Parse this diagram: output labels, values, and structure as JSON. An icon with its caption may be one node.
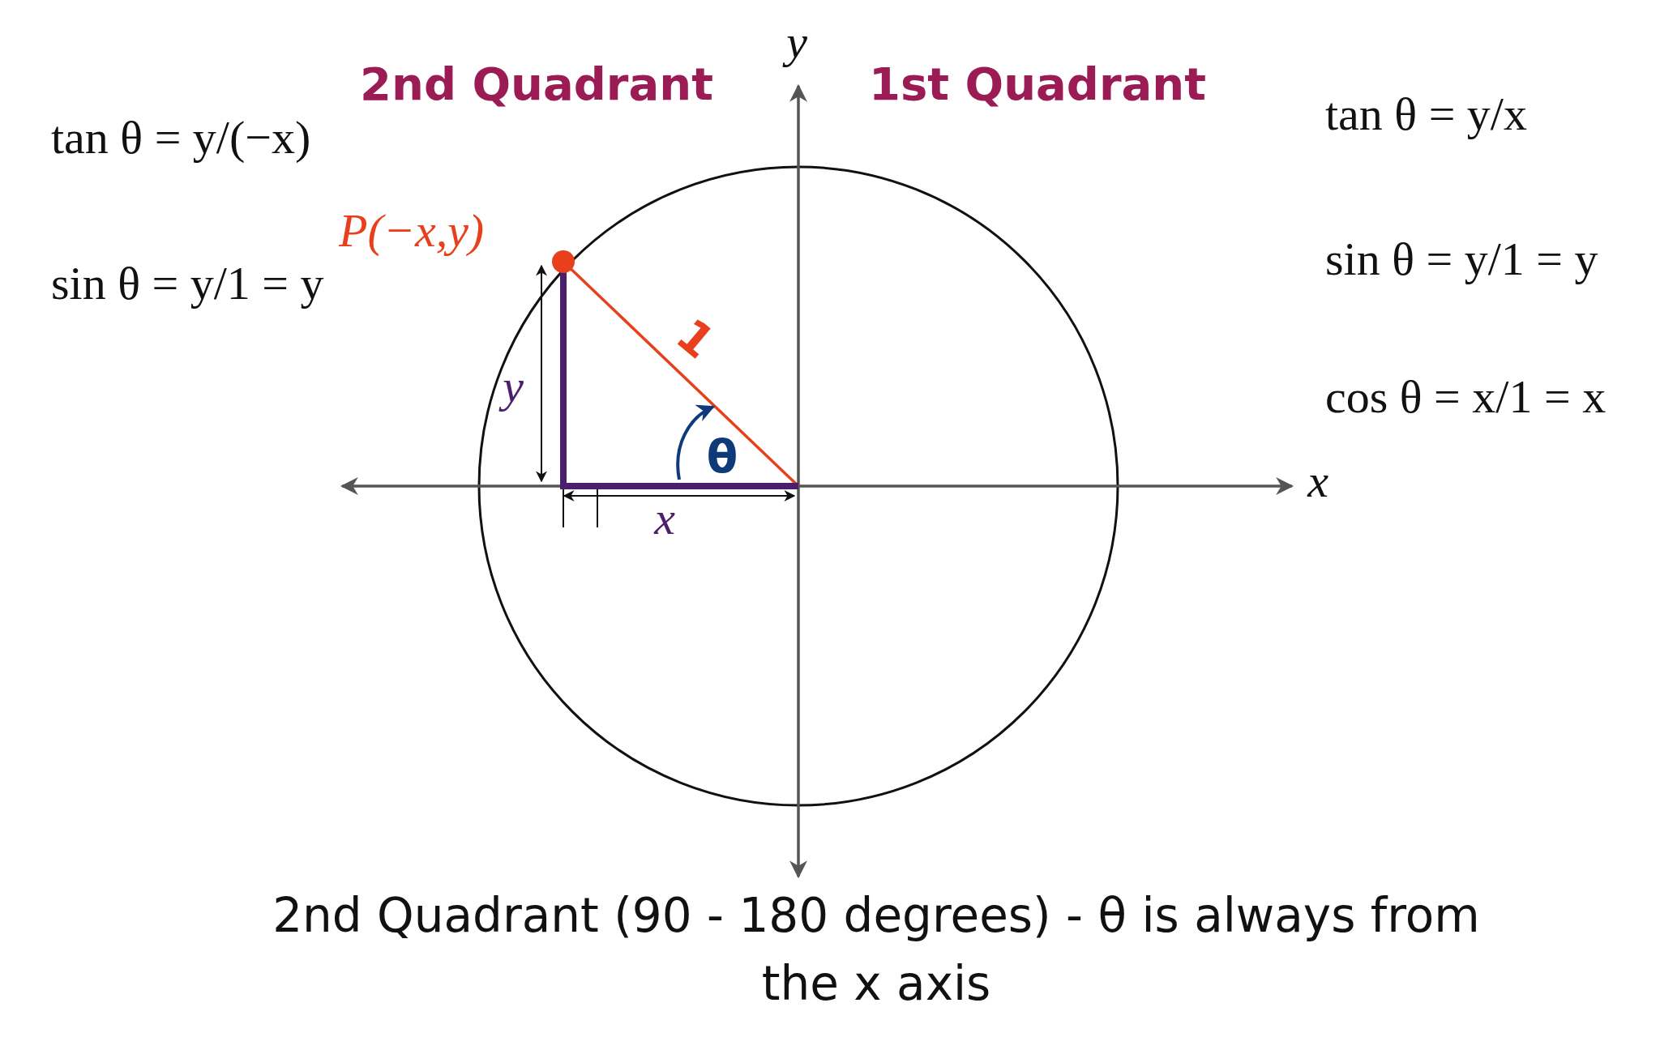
{
  "diagram": {
    "caption": "2nd Quadrant (90 - 180 degrees) - θ is always from the x axis",
    "labels": [
      "y",
      "2nd Quadrant",
      "1st Quadrant",
      "tan θ = y/(−x)",
      "tan θ = y/x",
      "P(−x,y)",
      "sin θ = y/1 = y",
      "sin θ = y/1 = y",
      "1",
      "y",
      "cos θ = x/1 = x",
      "θ",
      "x",
      "x"
    ]
  }
}
